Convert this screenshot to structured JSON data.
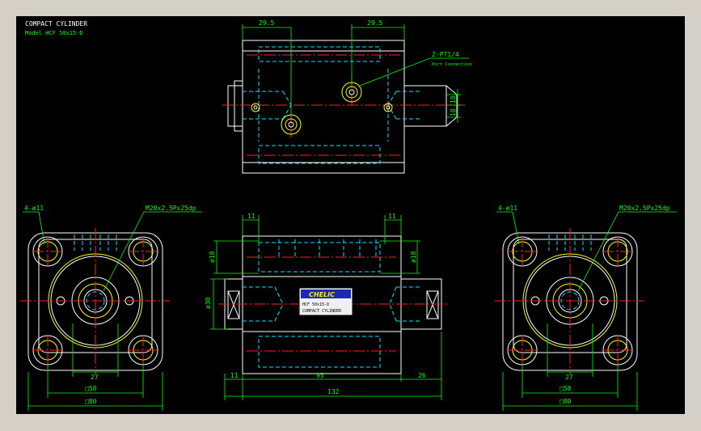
{
  "title_block": {
    "title": "COMPACT CYLINDER",
    "model": "Model  HCF 50x15-D"
  },
  "top_view": {
    "dim_left": "29.5",
    "dim_right": "29.5",
    "port_label": "2-PT1/4",
    "port_sub": "Port Connection",
    "dim_vertical_1": "10",
    "dim_vertical_2": "10"
  },
  "left_end_view": {
    "holes_label": "4-ø11",
    "thread_label": "M20x2.5Px25dp",
    "dim_27": "27",
    "dim_58": "□58",
    "dim_80": "□80"
  },
  "right_end_view": {
    "holes_label": "4-ø11",
    "thread_label": "M20x2.5Px25dp",
    "dim_27": "27",
    "dim_58": "□58",
    "dim_80": "□80"
  },
  "front_view": {
    "dim_top_left": "11",
    "dim_top_right": "11",
    "dim_d18_left": "ø18",
    "dim_d18_right": "ø18",
    "dim_d30": "ø30",
    "dim_11": "11",
    "dim_95": "95",
    "dim_26": "26",
    "dim_132": "132",
    "nameplate_brand": "CHELIC",
    "nameplate_model": "HCF 50x15-D",
    "nameplate_type": "COMPACT CYLINDER"
  },
  "colors": {
    "background": "#000000",
    "outline": "#ffffff",
    "hidden": "#00e5ff",
    "center": "#ff2020",
    "dimension": "#00ff00",
    "leader": "#ffff00"
  }
}
